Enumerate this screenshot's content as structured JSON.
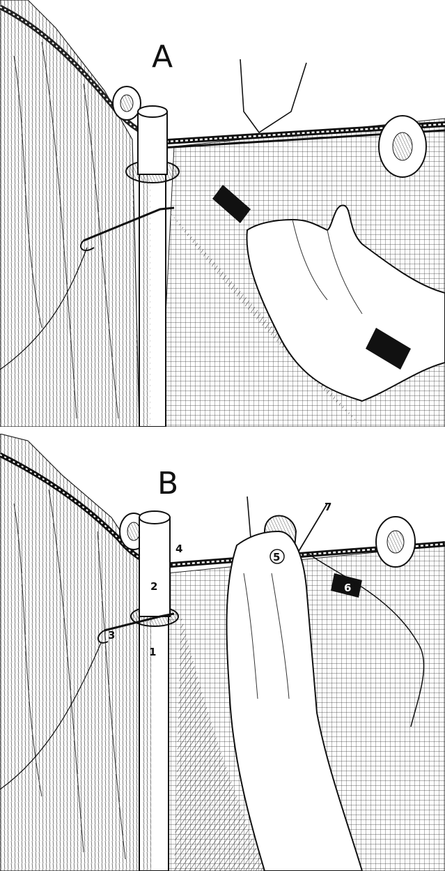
{
  "panels": [
    {
      "letter": "A"
    },
    {
      "letter": "B",
      "callouts": [
        "1",
        "2",
        "3",
        "4",
        "5",
        "6",
        "7"
      ]
    }
  ],
  "colors": {
    "ink": "#111111",
    "paper": "#ffffff"
  }
}
